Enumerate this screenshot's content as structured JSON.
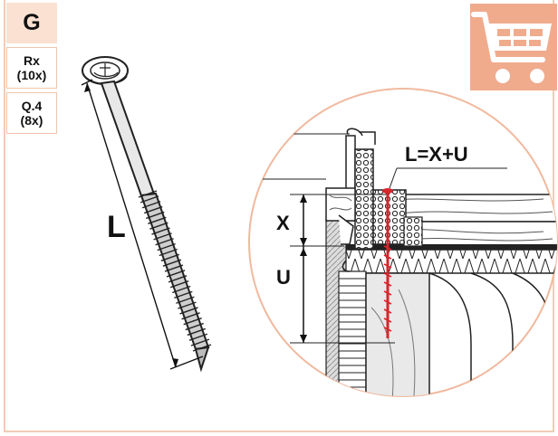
{
  "header": {
    "category": "G",
    "quantities": [
      {
        "code": "Rx",
        "count": "(10x)"
      },
      {
        "code": "Q.4",
        "count": "(8x)"
      }
    ]
  },
  "screw": {
    "length_label": "L"
  },
  "detail": {
    "formula": "L=X+U",
    "x_label": "X",
    "u_label": "U"
  },
  "colors": {
    "accent": "#f0ab8d",
    "accent_light": "#fbe1d2",
    "border": "#f3cbb5",
    "screw_red": "#d7262b"
  },
  "icons": [
    "shopping-cart-icon"
  ]
}
